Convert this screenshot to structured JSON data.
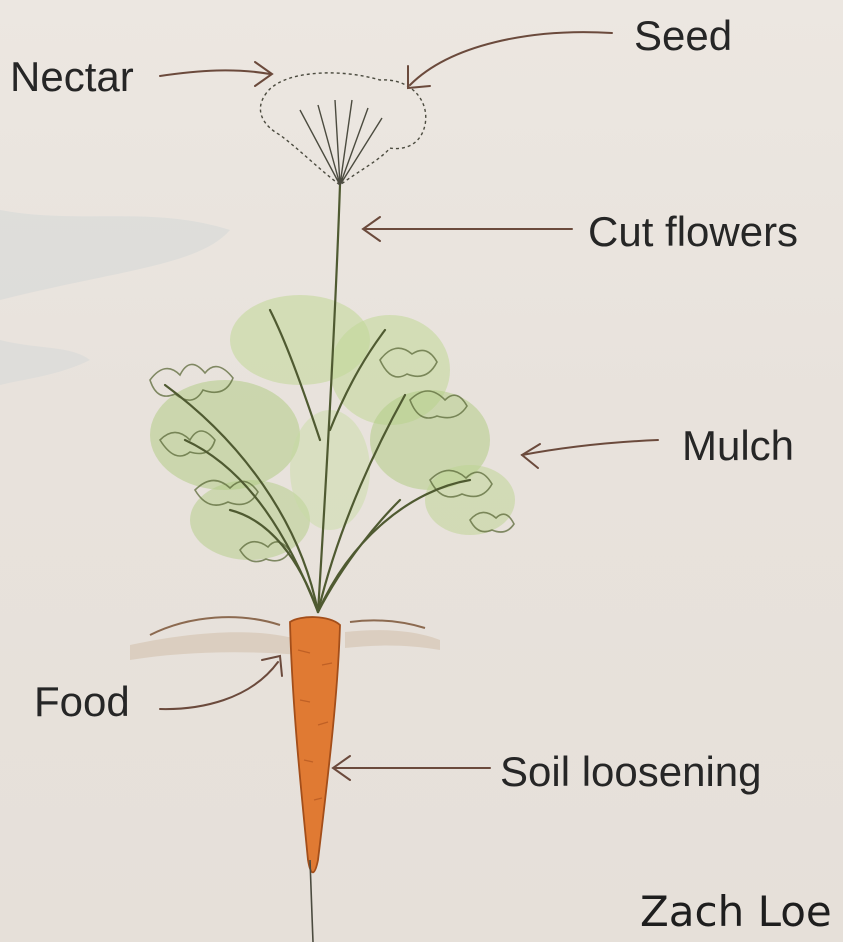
{
  "labels": {
    "nectar": "Nectar",
    "seed": "Seed",
    "cut_flowers": "Cut flowers",
    "mulch": "Mulch",
    "food": "Food",
    "soil_loosening": "Soil loosening"
  },
  "credit": "Zach Loe",
  "colors": {
    "paper": "#ebe5df",
    "ink": "#262626",
    "arrow": "#6b4a3c",
    "foliage": "#8cbc5a",
    "stem": "#5c6a3a",
    "carrot": "#e07a33",
    "soil": "#b08f70"
  }
}
